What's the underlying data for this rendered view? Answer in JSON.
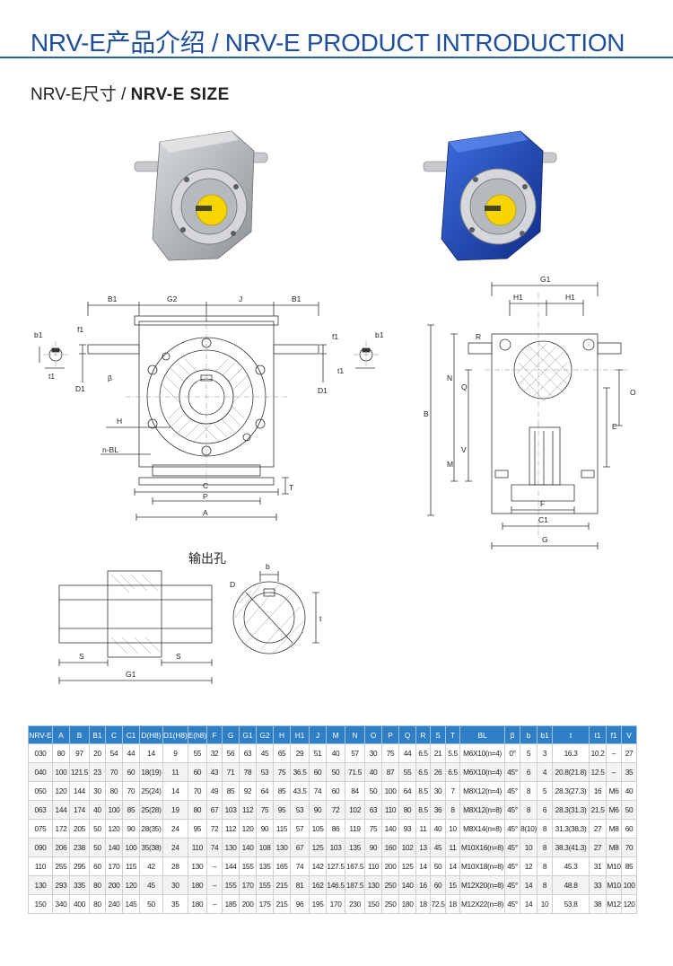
{
  "header": {
    "title": "NRV-E产品介绍 / NRV-E PRODUCT INTRODUCTION",
    "subtitle_cn": "NRV-E尺寸 / ",
    "subtitle_en": "NRV-E SIZE"
  },
  "colors": {
    "title": "#1f4f9c",
    "table_header": "#2f7fc6",
    "photo_silver": "#b9bcc0",
    "photo_blue": "#1e47b8",
    "yellow_cap": "#f5d400"
  },
  "drawing": {
    "front_labels": [
      "B1",
      "G2",
      "J",
      "B1",
      "b1",
      "f1",
      "D1",
      "β",
      "H",
      "n-BL",
      "D1",
      "f1",
      "t1",
      "b1",
      "t1",
      "C",
      "P",
      "A",
      "T"
    ],
    "side_labels": [
      "G1",
      "H1",
      "H1",
      "R",
      "B",
      "N",
      "Q",
      "M",
      "V",
      "O",
      "E",
      "F",
      "C1",
      "G"
    ],
    "bore_caption": "输出孔",
    "bore_labels": [
      "b",
      "D",
      "t",
      "S",
      "S",
      "G1"
    ]
  },
  "table": {
    "headers": [
      "NRV-E",
      "A",
      "B",
      "B1",
      "C",
      "C1",
      "D(H8)",
      "D1(H8)",
      "E(h8)",
      "F",
      "G",
      "G1",
      "G2",
      "H",
      "H1",
      "J",
      "M",
      "N",
      "O",
      "P",
      "Q",
      "R",
      "S",
      "T",
      "BL",
      "β",
      "b",
      "b1",
      "t",
      "t1",
      "f1",
      "V"
    ],
    "rows": [
      [
        "030",
        "80",
        "97",
        "20",
        "54",
        "44",
        "14",
        "9",
        "55",
        "32",
        "56",
        "63",
        "45",
        "65",
        "29",
        "51",
        "40",
        "57",
        "30",
        "75",
        "44",
        "6.5",
        "21",
        "5.5",
        "M6X10(n=4)",
        "0°",
        "5",
        "3",
        "16.3",
        "10.2",
        "–",
        "27"
      ],
      [
        "040",
        "100",
        "121.5",
        "23",
        "70",
        "60",
        "18(19)",
        "11",
        "60",
        "43",
        "71",
        "78",
        "53",
        "75",
        "36.5",
        "60",
        "50",
        "71.5",
        "40",
        "87",
        "55",
        "6.5",
        "26",
        "6.5",
        "M6X10(n=4)",
        "45°",
        "6",
        "4",
        "20.8(21.8)",
        "12.5",
        "–",
        "35"
      ],
      [
        "050",
        "120",
        "144",
        "30",
        "80",
        "70",
        "25(24)",
        "14",
        "70",
        "49",
        "85",
        "92",
        "64",
        "85",
        "43.5",
        "74",
        "60",
        "84",
        "50",
        "100",
        "64",
        "8.5",
        "30",
        "7",
        "M8X12(n=4)",
        "45°",
        "8",
        "5",
        "28.3(27.3)",
        "16",
        "M6",
        "40"
      ],
      [
        "063",
        "144",
        "174",
        "40",
        "100",
        "85",
        "25(28)",
        "19",
        "80",
        "67",
        "103",
        "112",
        "75",
        "95",
        "53",
        "90",
        "72",
        "102",
        "63",
        "110",
        "80",
        "8.5",
        "36",
        "8",
        "M8X12(n=8)",
        "45°",
        "8",
        "6",
        "28.3(31.3)",
        "21.5",
        "M6",
        "50"
      ],
      [
        "075",
        "172",
        "205",
        "50",
        "120",
        "90",
        "28(35)",
        "24",
        "95",
        "72",
        "112",
        "120",
        "90",
        "115",
        "57",
        "105",
        "86",
        "119",
        "75",
        "140",
        "93",
        "11",
        "40",
        "10",
        "M8X14(n=8)",
        "45°",
        "8(10)",
        "8",
        "31.3(38.3)",
        "27",
        "M8",
        "60"
      ],
      [
        "090",
        "206",
        "238",
        "50",
        "140",
        "100",
        "35(38)",
        "24",
        "110",
        "74",
        "130",
        "140",
        "108",
        "130",
        "67",
        "125",
        "103",
        "135",
        "90",
        "160",
        "102",
        "13",
        "45",
        "11",
        "M10X16(n=8)",
        "45°",
        "10",
        "8",
        "38.3(41.3)",
        "27",
        "M8",
        "70"
      ],
      [
        "110",
        "255",
        "295",
        "60",
        "170",
        "115",
        "42",
        "28",
        "130",
        "–",
        "144",
        "155",
        "135",
        "165",
        "74",
        "142",
        "127.5",
        "167.5",
        "110",
        "200",
        "125",
        "14",
        "50",
        "14",
        "M10X18(n=8)",
        "45°",
        "12",
        "8",
        "45.3",
        "31",
        "M10",
        "85"
      ],
      [
        "130",
        "293",
        "335",
        "80",
        "200",
        "120",
        "45",
        "30",
        "180",
        "–",
        "155",
        "170",
        "155",
        "215",
        "81",
        "162",
        "146.5",
        "187.5",
        "130",
        "250",
        "140",
        "16",
        "60",
        "15",
        "M12X20(n=8)",
        "45°",
        "14",
        "8",
        "48.8",
        "33",
        "M10",
        "100"
      ],
      [
        "150",
        "340",
        "400",
        "80",
        "240",
        "145",
        "50",
        "35",
        "180",
        "–",
        "185",
        "200",
        "175",
        "215",
        "96",
        "195",
        "170",
        "230",
        "150",
        "250",
        "180",
        "18",
        "72.5",
        "18",
        "M12X22(n=8)",
        "45°",
        "14",
        "10",
        "53.8",
        "38",
        "M12",
        "120"
      ]
    ]
  }
}
